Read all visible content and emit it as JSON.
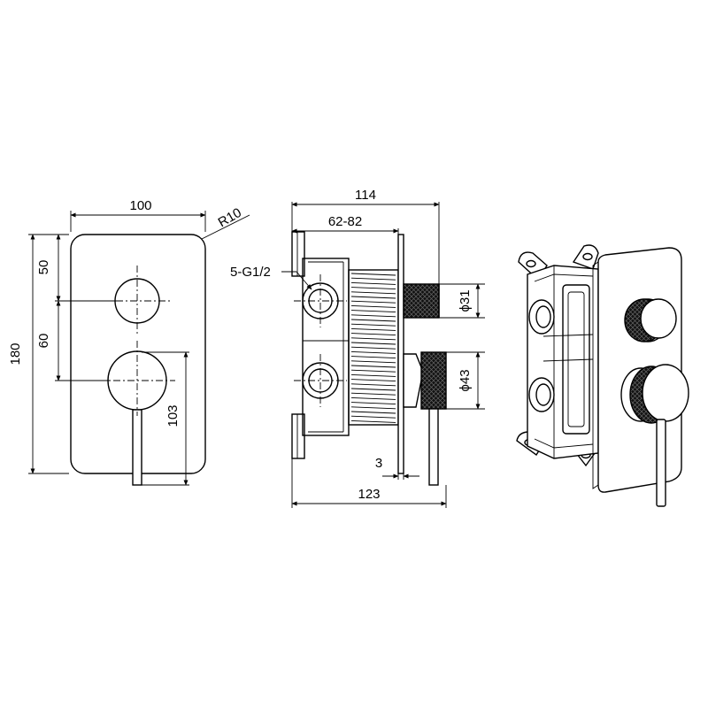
{
  "front_view": {
    "width_label": "100",
    "radius_label": "R10",
    "height_label": "180",
    "top_offset_label": "50",
    "spacing_label": "60",
    "lever_length_label": "103"
  },
  "side_view": {
    "depth_total_label": "114",
    "depth_range_label": "62-82",
    "ports_label": "5-G1/2",
    "small_knob_diameter_label": "ϕ31",
    "large_knob_diameter_label": "ϕ43",
    "plate_thickness_label": "3",
    "overall_depth_label": "123"
  }
}
